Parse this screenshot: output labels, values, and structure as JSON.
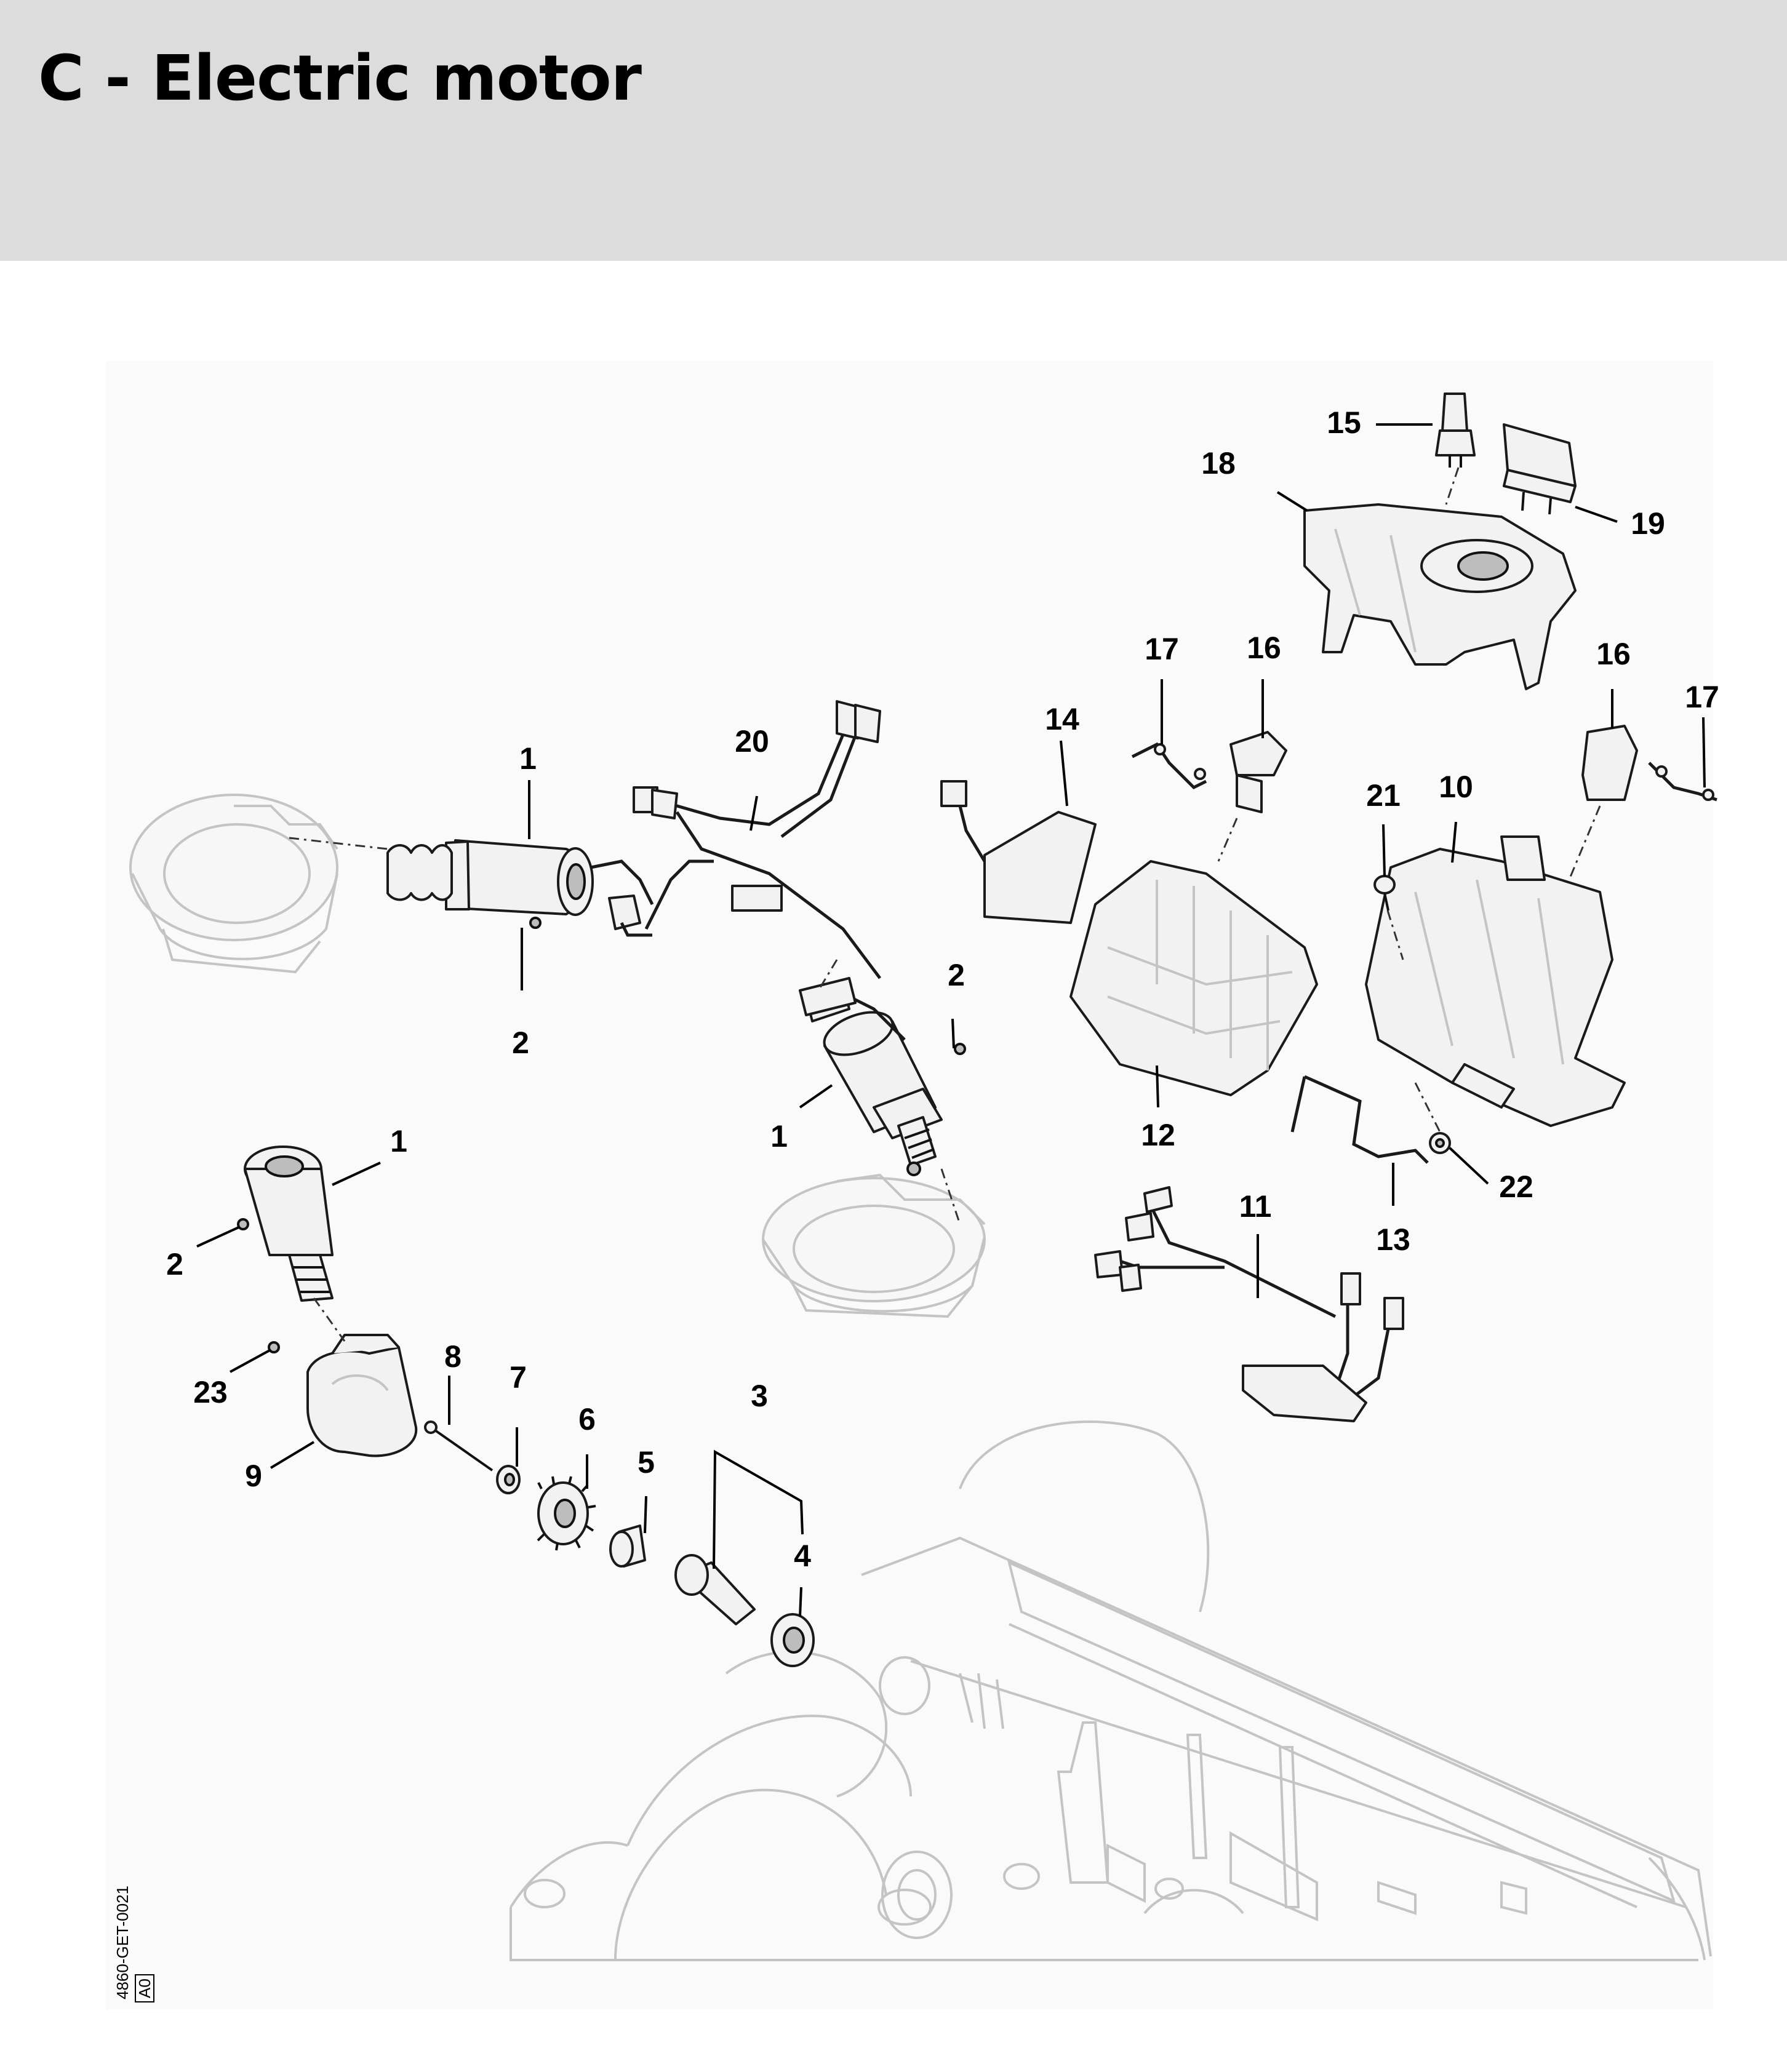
{
  "header": {
    "title": "C - Electric motor"
  },
  "diagram": {
    "callouts": [
      "1",
      "1",
      "1",
      "2",
      "2",
      "2",
      "3",
      "4",
      "5",
      "6",
      "7",
      "8",
      "9",
      "10",
      "11",
      "12",
      "13",
      "14",
      "15",
      "16",
      "16",
      "17",
      "17",
      "18",
      "19",
      "20",
      "21",
      "22",
      "23"
    ],
    "drawing_code": "4860-GET-0021",
    "revision_box": "A0"
  },
  "colors": {
    "header_bg": "#dcdcdc",
    "line": "#1a1a1a",
    "ghost_line": "#c4c4c4"
  }
}
